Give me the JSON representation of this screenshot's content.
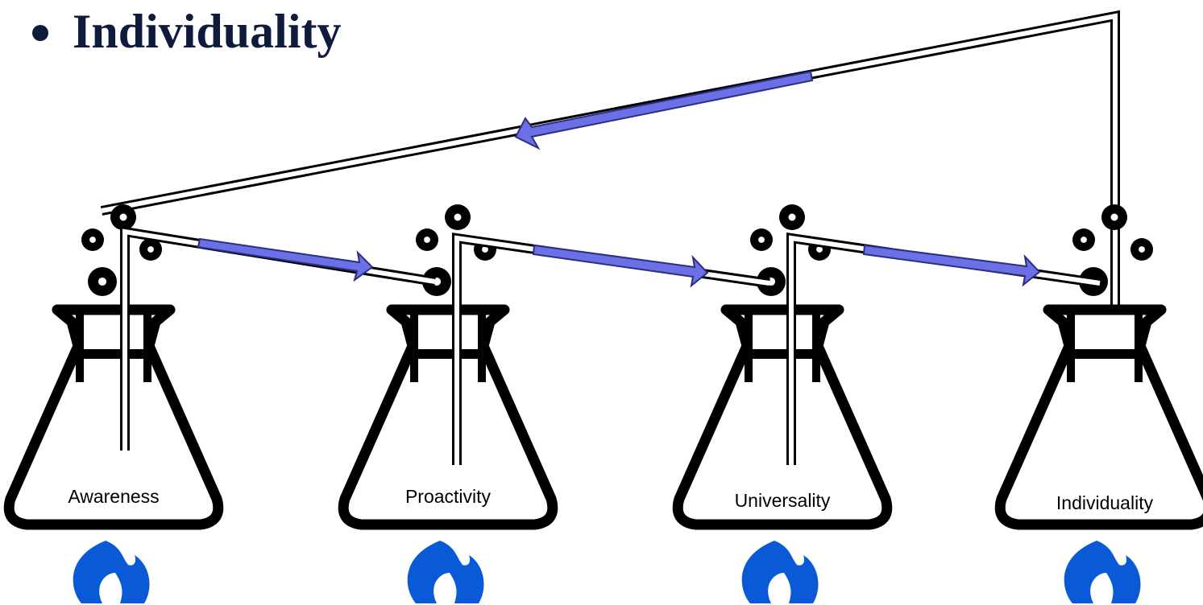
{
  "heading": {
    "bullet_text": "Individuality"
  },
  "flasks": [
    {
      "label": "Awareness"
    },
    {
      "label": "Proactivity"
    },
    {
      "label": "Universality"
    },
    {
      "label": "Individuality"
    }
  ],
  "colors": {
    "heading": "#0e1b3d",
    "arrow": "#6b70e6",
    "flame": "#0a59d6",
    "outline": "#000000"
  },
  "icons": [
    "flask-icon",
    "bubble-icon",
    "arrow-icon",
    "flame-icon"
  ]
}
